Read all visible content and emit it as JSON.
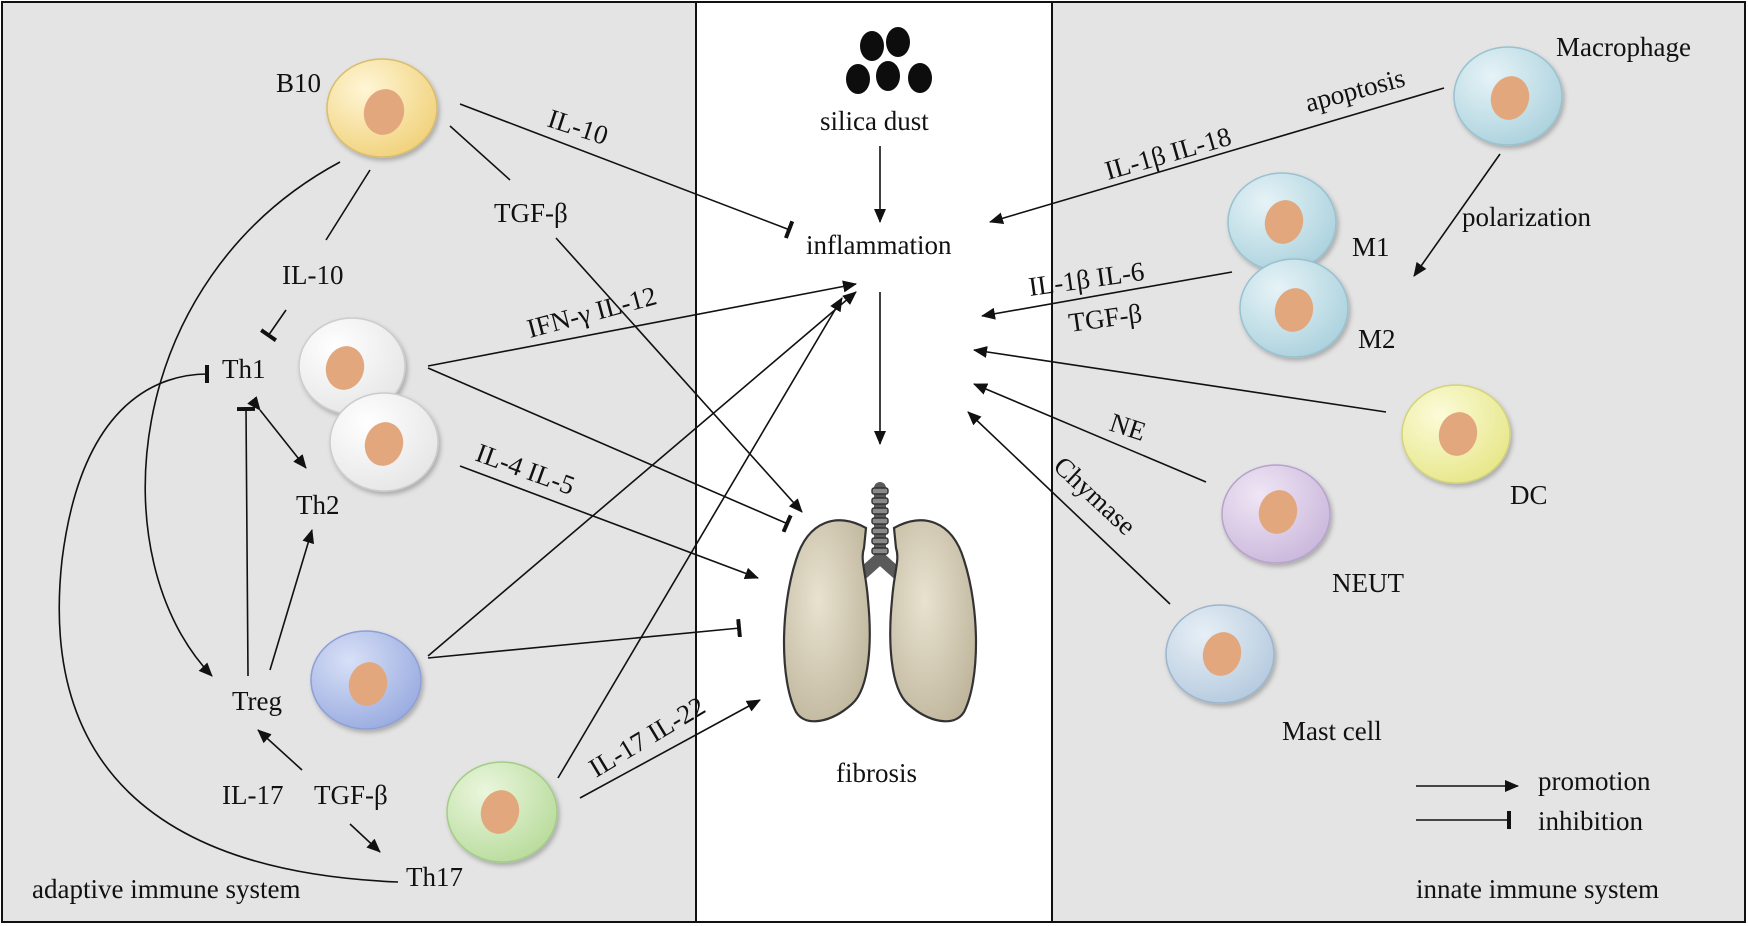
{
  "labels": {
    "b10": "B10",
    "il10_top": "IL-10",
    "tgfb_left": "TGF-β",
    "il10_mid": "IL-10",
    "ifng_il12": "IFN-γ  IL-12",
    "th1": "Th1",
    "th2": "Th2",
    "il4_il5": "IL-4  IL-5",
    "treg": "Treg",
    "il17_bottom": "IL-17",
    "tgfb_bottom": "TGF-β",
    "th17": "Th17",
    "il17_il22": "IL-17 IL-22",
    "adaptive": "adaptive immune system",
    "silica": "silica dust",
    "inflammation": "inflammation",
    "fibrosis": "fibrosis",
    "macrophage": "Macrophage",
    "apoptosis": "apoptosis",
    "il1b_il18": "IL-1β IL-18",
    "polarization": "polarization",
    "m1": "M1",
    "m2": "M2",
    "il1b_il6": "IL-1β IL-6",
    "tgfb_right": "TGF-β",
    "ne": "NE",
    "dc": "DC",
    "chymase": "Chymase",
    "neut": "NEUT",
    "mast": "Mast cell",
    "promotion": "promotion",
    "inhibition": "inhibition",
    "innate": "innate  immune system"
  },
  "colors": {
    "panel_side": "#e4e4e4",
    "panel_center": "#ffffff",
    "nucleus": "#e2a77b",
    "b10": "#f3d98c",
    "th": "#ffffff",
    "treg": "#a9b9e6",
    "th17": "#c9e4b1",
    "macrophage": "#bcdbe5",
    "dc": "#efef9e",
    "neut": "#d8c8e6",
    "mast": "#c5d7e6",
    "lung": "#cfc6b0"
  },
  "icons": {
    "cells": "cell-icon",
    "dust": "silica-particle-icon",
    "lung": "lung-icon"
  }
}
